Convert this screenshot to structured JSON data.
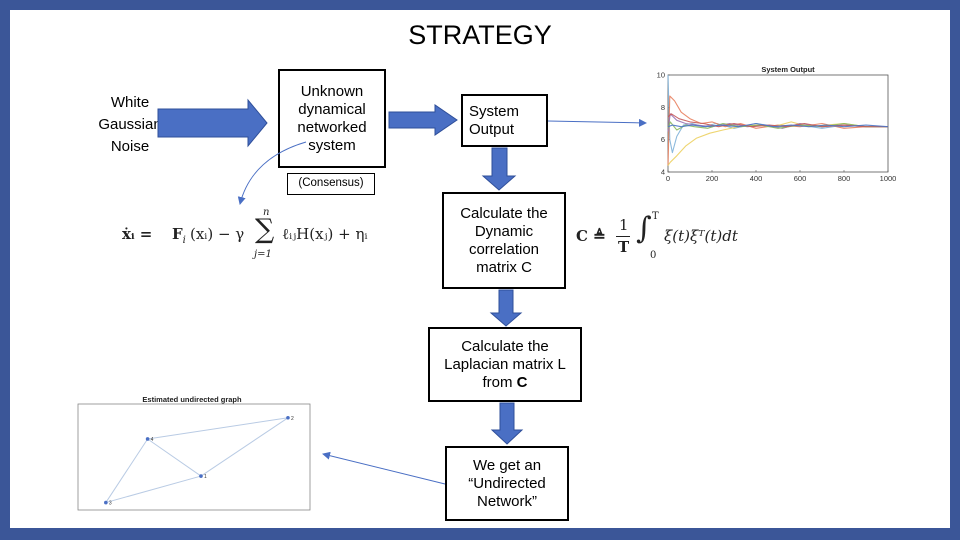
{
  "slide": {
    "title": "STRATEGY",
    "noise_label": "White\nGaussian\nNoise",
    "unknown_system_label": "Unknown\ndynamical\nnetworked\nsystem",
    "consensus_label": "(Consensus)",
    "system_output_label": "System\nOutput",
    "calc_corr_label": "Calculate the\nDynamic\ncorrelation\nmatrix C",
    "calc_lap_line1": "Calculate the",
    "calc_lap_line2": "Laplacian matrix L",
    "calc_lap_line3_prefix": "from ",
    "calc_lap_line3_bold": "C",
    "result_label": "We get an\n“Undirected\nNetwork”",
    "colors": {
      "frame": "#3b5698",
      "arrow": "#4a6fc4",
      "arrow_stroke": "#2f4f9a",
      "thin_arrow": "#4a6fc4"
    }
  },
  "equations": {
    "dynamics": {
      "lhs": "ẋᵢ = ",
      "f": "F",
      "f_sub": "i",
      "f_arg": "(xᵢ) − γ",
      "sum_top": "n",
      "sum_bottom": "j=1",
      "rhs": "ℓᵢⱼH(xⱼ) + ηᵢ"
    },
    "correlation": {
      "lhs": "C ≜",
      "frac_num": "1",
      "frac_den": "T",
      "int_top": "T",
      "int_bottom": "0",
      "integrand": "ξ(t)ξᵀ(t)dt"
    }
  },
  "chart_data": [
    {
      "type": "line",
      "title": "System Output",
      "xlim": [
        0,
        1000
      ],
      "ylim": [
        4,
        10
      ],
      "xticks": [
        "0",
        "200",
        "400",
        "600",
        "800",
        "1000"
      ],
      "yticks": [
        "4",
        "6",
        "8",
        "10"
      ],
      "series": [
        {
          "color": "#7fb1d8",
          "x": [
            0,
            8,
            20,
            40,
            70,
            110,
            160,
            220,
            300,
            400,
            500,
            600,
            700,
            800,
            900,
            1000
          ],
          "y": [
            10.0,
            6.0,
            5.2,
            6.2,
            6.9,
            7.0,
            6.8,
            7.0,
            6.7,
            7.0,
            6.8,
            6.9,
            6.7,
            6.9,
            6.8,
            6.8
          ]
        },
        {
          "color": "#e8805e",
          "x": [
            0,
            8,
            30,
            60,
            100,
            150,
            200,
            260,
            330,
            400,
            500,
            600,
            700,
            800,
            900,
            1000
          ],
          "y": [
            4.4,
            8.7,
            8.4,
            7.7,
            7.3,
            7.0,
            7.1,
            6.8,
            7.0,
            6.7,
            6.9,
            6.8,
            7.0,
            6.7,
            6.8,
            6.8
          ]
        },
        {
          "color": "#ecd060",
          "x": [
            0,
            10,
            40,
            80,
            130,
            190,
            250,
            320,
            400,
            480,
            560,
            640,
            720,
            800,
            900,
            1000
          ],
          "y": [
            4.4,
            4.6,
            5.0,
            5.6,
            6.1,
            6.4,
            6.6,
            6.8,
            6.9,
            6.8,
            7.1,
            6.8,
            6.9,
            7.0,
            6.8,
            6.8
          ]
        },
        {
          "color": "#9a75b5",
          "x": [
            0,
            10,
            40,
            80,
            130,
            200,
            280,
            360,
            440,
            520,
            600,
            700,
            800,
            900,
            1000
          ],
          "y": [
            6.5,
            7.6,
            7.2,
            7.0,
            6.9,
            6.8,
            7.0,
            6.8,
            6.9,
            6.7,
            7.0,
            6.8,
            6.9,
            6.8,
            6.8
          ]
        },
        {
          "color": "#8ab85e",
          "x": [
            0,
            10,
            40,
            80,
            120,
            180,
            250,
            330,
            420,
            500,
            600,
            700,
            800,
            900,
            1000
          ],
          "y": [
            6.7,
            7.1,
            6.6,
            6.9,
            6.8,
            6.7,
            7.0,
            6.8,
            6.9,
            6.7,
            6.9,
            6.8,
            7.0,
            6.8,
            6.8
          ]
        },
        {
          "color": "#c55a5a",
          "x": [
            0,
            15,
            50,
            100,
            160,
            230,
            300,
            380,
            460,
            540,
            620,
            700,
            800,
            900,
            1000
          ],
          "y": [
            7.4,
            7.6,
            7.3,
            7.1,
            7.0,
            6.8,
            7.0,
            6.8,
            6.9,
            6.8,
            7.0,
            6.8,
            6.9,
            6.8,
            6.8
          ]
        },
        {
          "color": "#4b74c6",
          "x": [
            0,
            20,
            60,
            110,
            170,
            240,
            320,
            400,
            480,
            560,
            640,
            720,
            800,
            900,
            1000
          ],
          "y": [
            6.8,
            6.9,
            6.8,
            6.9,
            6.8,
            6.9,
            6.8,
            7.0,
            6.8,
            6.9,
            6.8,
            6.9,
            6.8,
            6.9,
            6.8
          ]
        }
      ]
    },
    {
      "type": "graph",
      "title": "Estimated undirected graph",
      "nodes": [
        {
          "id": "1",
          "x": 0.53,
          "y": 0.68
        },
        {
          "id": "2",
          "x": 0.905,
          "y": 0.13
        },
        {
          "id": "3",
          "x": 0.12,
          "y": 0.93
        },
        {
          "id": "4",
          "x": 0.3,
          "y": 0.33
        }
      ],
      "edges": [
        [
          "1",
          "2"
        ],
        [
          "1",
          "3"
        ],
        [
          "1",
          "4"
        ],
        [
          "2",
          "4"
        ],
        [
          "3",
          "4"
        ]
      ],
      "node_color": "#4a6fc4",
      "edge_color": "#b9cbe4"
    }
  ]
}
